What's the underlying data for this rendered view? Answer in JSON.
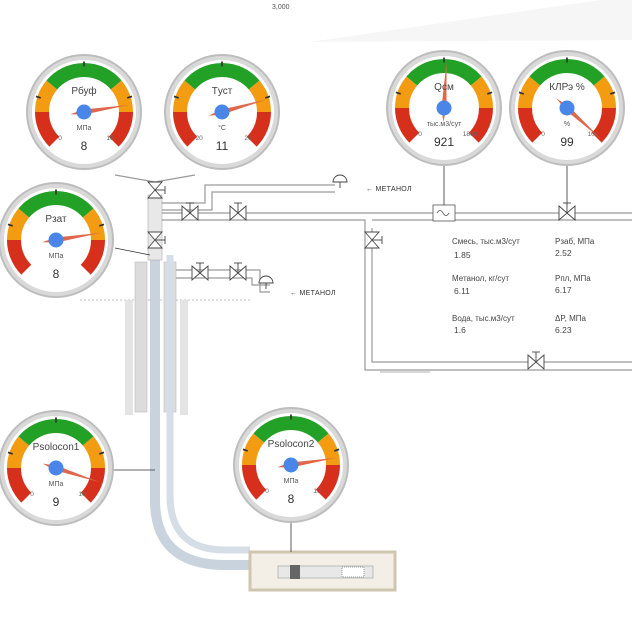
{
  "top_axis_label": "3,000",
  "colors": {
    "green": "#23a127",
    "orange": "#f39c12",
    "red": "#d6301d",
    "needle": "#e0674b",
    "hub": "#4a86e8"
  },
  "gauges": [
    {
      "id": "pbuf",
      "title": "Рбуф",
      "unit": "МПа",
      "min_label": "0",
      "max_label": "10",
      "min": 0,
      "max": 10,
      "value": 8,
      "value_label": "8"
    },
    {
      "id": "tust",
      "title": "Tуст",
      "unit": "°C",
      "min_label": "-20",
      "max_label": "20",
      "min": -20,
      "max": 20,
      "value": 11,
      "value_label": "11"
    },
    {
      "id": "qsm",
      "title": "Qсм",
      "unit": "тыс.м3/сут",
      "min_label": "0",
      "max_label": "1800",
      "min": 0,
      "max": 1800,
      "value": 921,
      "value_label": "921"
    },
    {
      "id": "klre",
      "title": "КЛРэ %",
      "unit": "%",
      "min_label": "0",
      "max_label": "100",
      "min": 0,
      "max": 100,
      "value": 99,
      "value_label": "99"
    },
    {
      "id": "pzat",
      "title": "Рзат",
      "unit": "МПа",
      "min_label": "",
      "max_label": "",
      "min": 0,
      "max": 10,
      "value": 8,
      "value_label": "8"
    },
    {
      "id": "psolocon1",
      "title": "Psolocon1",
      "unit": "МПа",
      "min_label": "0",
      "max_label": "10",
      "min": 0,
      "max": 10,
      "value": 9,
      "value_label": "9"
    },
    {
      "id": "psolocon2",
      "title": "Psolocon2",
      "unit": "МПа",
      "min_label": "0",
      "max_label": "10",
      "min": 0,
      "max": 10,
      "value": 8,
      "value_label": "8"
    }
  ],
  "methanol_label_1": "← МЕТАНОЛ",
  "methanol_label_2": "← МЕТАНОЛ",
  "readings": [
    {
      "label": "Смесь, тыс.м3/сут",
      "value": "1.85"
    },
    {
      "label": "Метанол, кг/сут",
      "value": "6.11"
    },
    {
      "label": "Вода, тыс.м3/сут",
      "value": "1.6"
    },
    {
      "label": "Рзаб, МПа",
      "value": "2.52"
    },
    {
      "label": "Рпл, МПа",
      "value": "6.17"
    },
    {
      "label": "ΔP, МПа",
      "value": "6.23"
    }
  ]
}
